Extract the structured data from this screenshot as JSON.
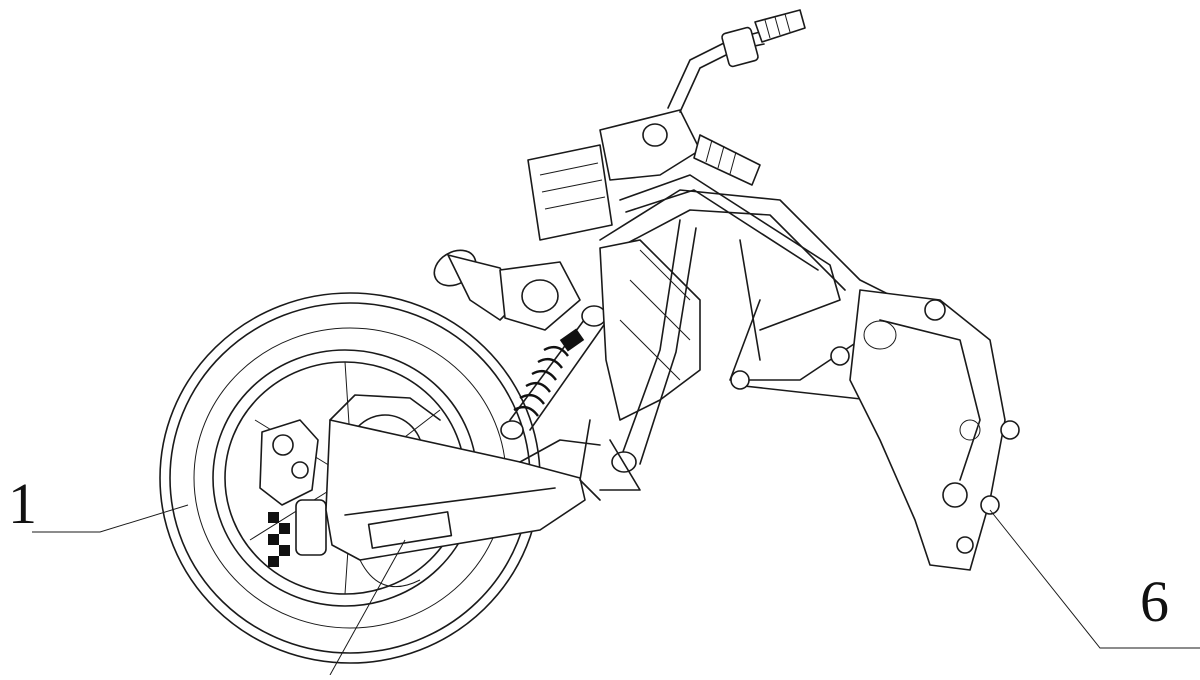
{
  "callouts": [
    {
      "id": "1",
      "label": "1"
    },
    {
      "id": "6",
      "label": "6"
    }
  ],
  "colors": {
    "line": "#1a1a1a",
    "background": "#ffffff"
  }
}
